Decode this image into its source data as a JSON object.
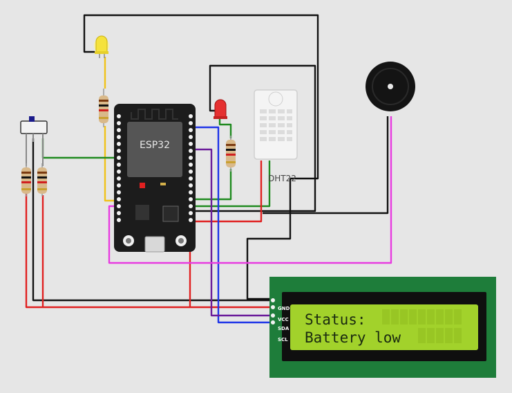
{
  "mcu": {
    "label": "ESP32"
  },
  "sensor": {
    "label": "DHT22"
  },
  "lcd": {
    "line1": "Status:",
    "line2": "Battery low",
    "pins": [
      "GND",
      "VCC",
      "SDA",
      "SCL"
    ],
    "colors": {
      "board": "#1e7d3a",
      "screen": "#a2d22b",
      "text": "#1a2a10"
    }
  },
  "wire_colors": {
    "black": "#111111",
    "red": "#e02020",
    "blue": "#1d33e8",
    "purple": "#6a1b9a",
    "green": "#1f8a1f",
    "magenta": "#e83be0",
    "yellow": "#f0c21a"
  },
  "components": [
    "yellow-led",
    "red-led",
    "buzzer",
    "slide-switch",
    "dht22-sensor",
    "esp32-board",
    "lcd1602"
  ]
}
